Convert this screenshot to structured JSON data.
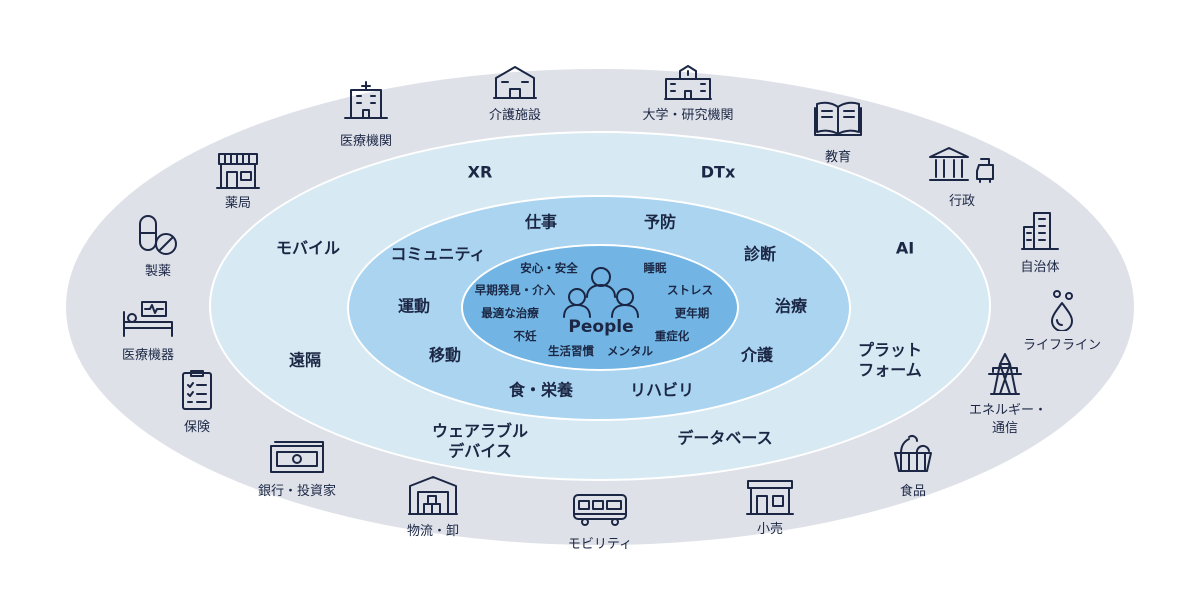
{
  "colors": {
    "outer": "#dfe1e9",
    "ring2": "#d7e9f2",
    "ring3": "#aad4f0",
    "core": "#72b5e4",
    "text": "#1b2744"
  },
  "outer_items": [
    {
      "label": "医療機関",
      "icon": "hospital-icon"
    },
    {
      "label": "介護施設",
      "icon": "care-facility-icon"
    },
    {
      "label": "大学・研究機関",
      "icon": "university-icon"
    },
    {
      "label": "教育",
      "icon": "book-icon"
    },
    {
      "label": "行政",
      "icon": "government-icon"
    },
    {
      "label": "自治体",
      "icon": "building-icon"
    },
    {
      "label": "ライフライン",
      "icon": "water-drop-icon"
    },
    {
      "label": "エネルギー・",
      "label2": "通信",
      "icon": "power-tower-icon"
    },
    {
      "label": "食品",
      "icon": "food-basket-icon"
    },
    {
      "label": "小売",
      "icon": "store-icon"
    },
    {
      "label": "モビリティ",
      "icon": "bus-icon"
    },
    {
      "label": "物流・卸",
      "icon": "warehouse-icon"
    },
    {
      "label": "銀行・投資家",
      "icon": "banknote-icon"
    },
    {
      "label": "保険",
      "icon": "checklist-icon"
    },
    {
      "label": "医療機器",
      "icon": "hospital-bed-icon"
    },
    {
      "label": "製薬",
      "icon": "pill-icon"
    },
    {
      "label": "薬局",
      "icon": "pharmacy-icon"
    }
  ],
  "tech_ring": [
    "XR",
    "DTx",
    "モバイル",
    "AI",
    "遠隔",
    "プラット",
    "フォーム",
    "ウェアラブル",
    "デバイス",
    "データベース"
  ],
  "life_ring": [
    "仕事",
    "予防",
    "コミュニティ",
    "診断",
    "運動",
    "治療",
    "移動",
    "介護",
    "食・栄養",
    "リハビリ"
  ],
  "core": {
    "title": "People",
    "items": [
      "安心・安全",
      "睡眠",
      "早期発見・介入",
      "ストレス",
      "最適な治療",
      "更年期",
      "不妊",
      "重症化",
      "生活習慣",
      "メンタル"
    ]
  }
}
